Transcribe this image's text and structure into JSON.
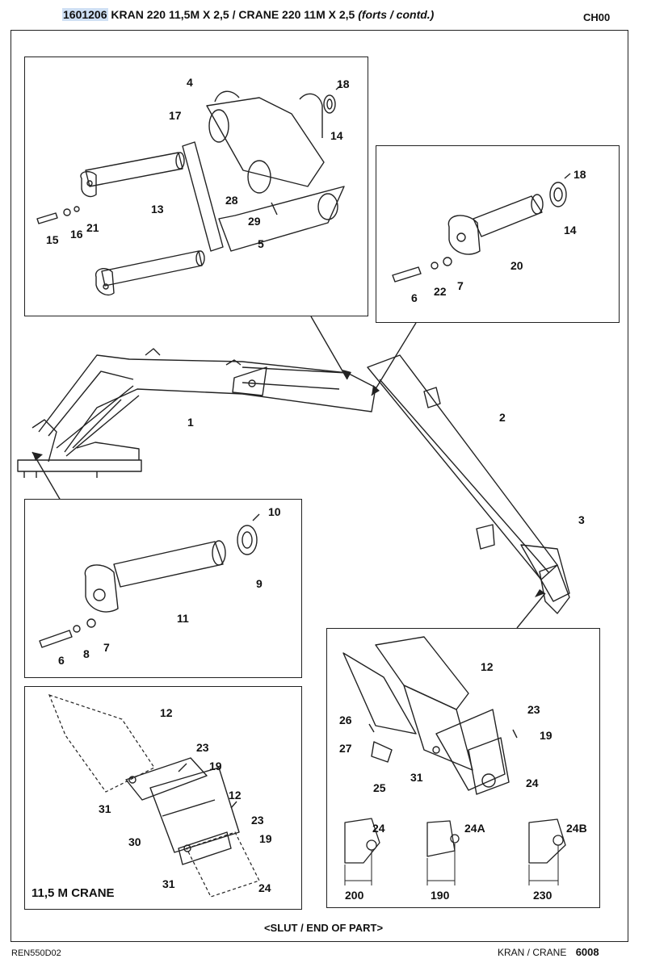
{
  "header": {
    "part_code": "1601206",
    "title": "KRAN 220 11,5M X 2,5 / CRANE 220 11M X 2,5",
    "contd": "(forts / contd.)",
    "section": "CH00"
  },
  "main_labels": {
    "boom1": "1",
    "boom2": "2",
    "boom3": "3"
  },
  "panel_pins_top": {
    "labels": {
      "p4": "4",
      "p17": "17",
      "p18": "18",
      "p14": "14",
      "p28": "28",
      "p29": "29",
      "p13": "13",
      "p21": "21",
      "p16": "16",
      "p15": "15",
      "p5": "5"
    }
  },
  "panel_pin_right": {
    "labels": {
      "p18": "18",
      "p14": "14",
      "p20": "20",
      "p7": "7",
      "p22": "22",
      "p6": "6"
    }
  },
  "panel_pin_base": {
    "labels": {
      "p10": "10",
      "p9": "9",
      "p11": "11",
      "p7": "7",
      "p8": "8",
      "p6": "6"
    }
  },
  "panel_115": {
    "title": "11,5 M CRANE",
    "labels": {
      "p12a": "12",
      "p23a": "23",
      "p19a": "19",
      "p31a": "31",
      "p12b": "12",
      "p30": "30",
      "p23b": "23",
      "p19b": "19",
      "p31b": "31",
      "p24": "24"
    }
  },
  "panel_tip": {
    "labels": {
      "p12": "12",
      "p23": "23",
      "p19": "19",
      "p26": "26",
      "p27": "27",
      "p25": "25",
      "p31": "31",
      "p24": "24"
    },
    "variants": [
      {
        "label": "24",
        "dim": "200"
      },
      {
        "label": "24A",
        "dim": "190"
      },
      {
        "label": "24B",
        "dim": "230"
      }
    ]
  },
  "end_text": "<SLUT / END OF PART>",
  "footer": {
    "doc": "REN550D02",
    "section": "KRAN / CRANE",
    "page": "6008"
  }
}
